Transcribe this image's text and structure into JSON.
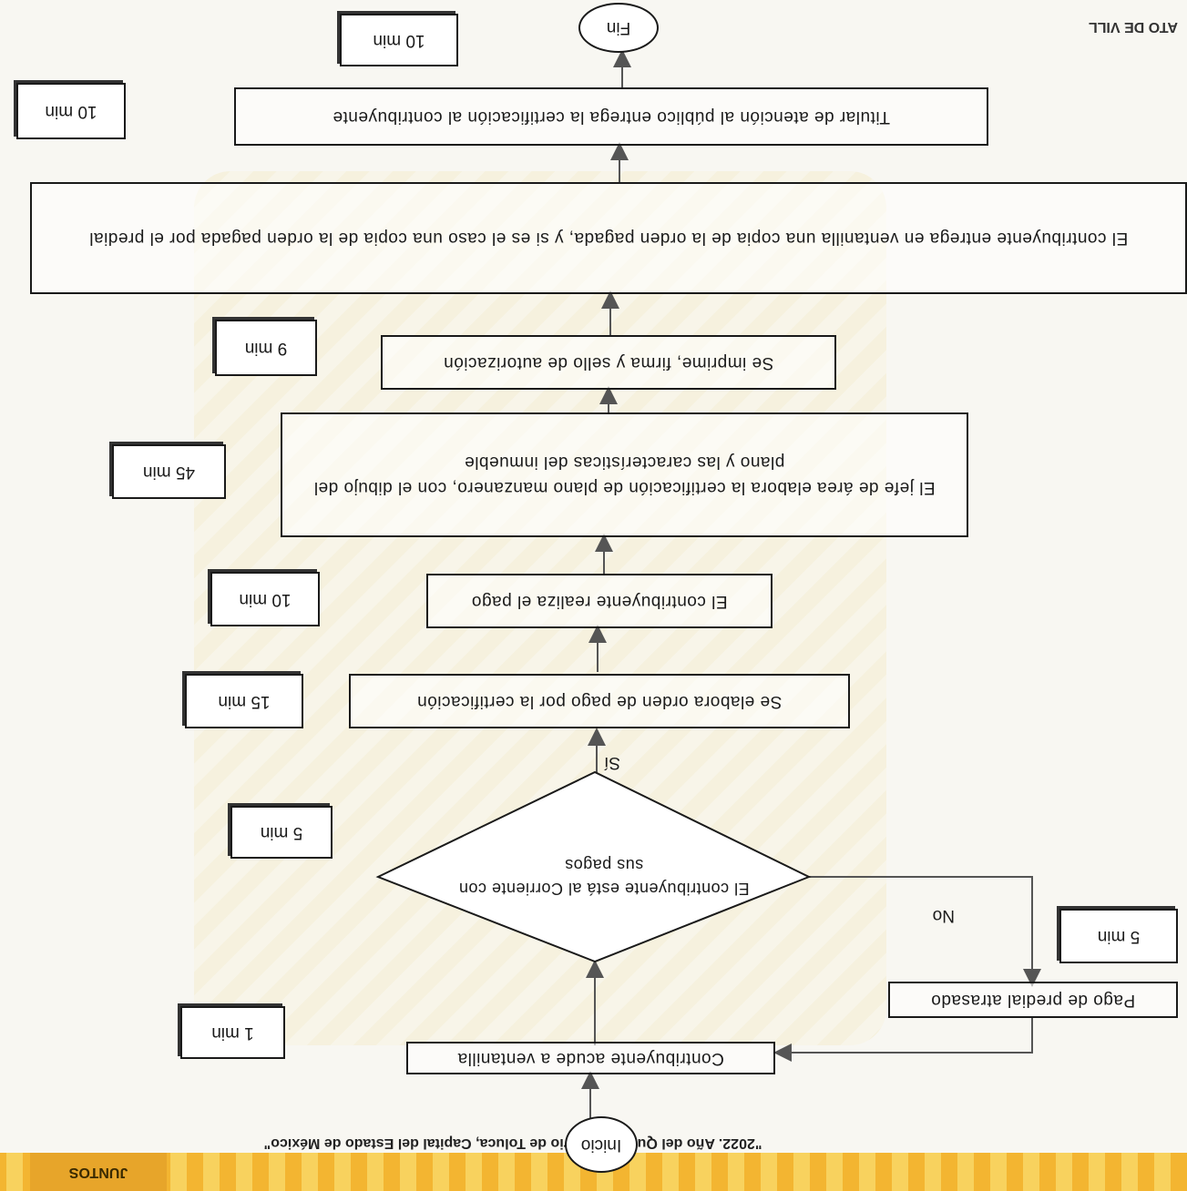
{
  "header": {
    "motto": "\"2022. Año del Quincentenario de Toluca, Capital del Estado de México\"",
    "badge": "JUNTOS"
  },
  "seal": {
    "text": "ATO DE VILL"
  },
  "flow": {
    "start": "Inicio",
    "end": "Fin",
    "decision": {
      "text": "El contribuyente está al Corriente con sus pagos",
      "yes": "Sí",
      "no": "No"
    },
    "steps": {
      "s1": "Contribuyente acude a ventanilla",
      "side": "Pago de predial atrasado",
      "s2": "Se elabora orden de pago por la certificación",
      "s3": "El contribuyente realiza el pago",
      "s4": "El jefe de área elabora la certificación de plano manzanero, con el dibujo del plano y las características del inmueble",
      "s5": "Se imprime, firma y sello de autorización",
      "s6": "El contribuyente entrega en ventanilla una copia de la orden pagada, y si es el caso una copia de la orden pagada por el predial",
      "s7": "Titular de atención al público entrega la certificación al contribuyente"
    },
    "times": {
      "t1": "1 min",
      "t_side": "5 min",
      "t_dec": "5 min",
      "t2": "15 min",
      "t3": "10 min",
      "t4": "45 min",
      "t5": "9 min",
      "t6": "10 min",
      "t7": "10 min"
    }
  }
}
